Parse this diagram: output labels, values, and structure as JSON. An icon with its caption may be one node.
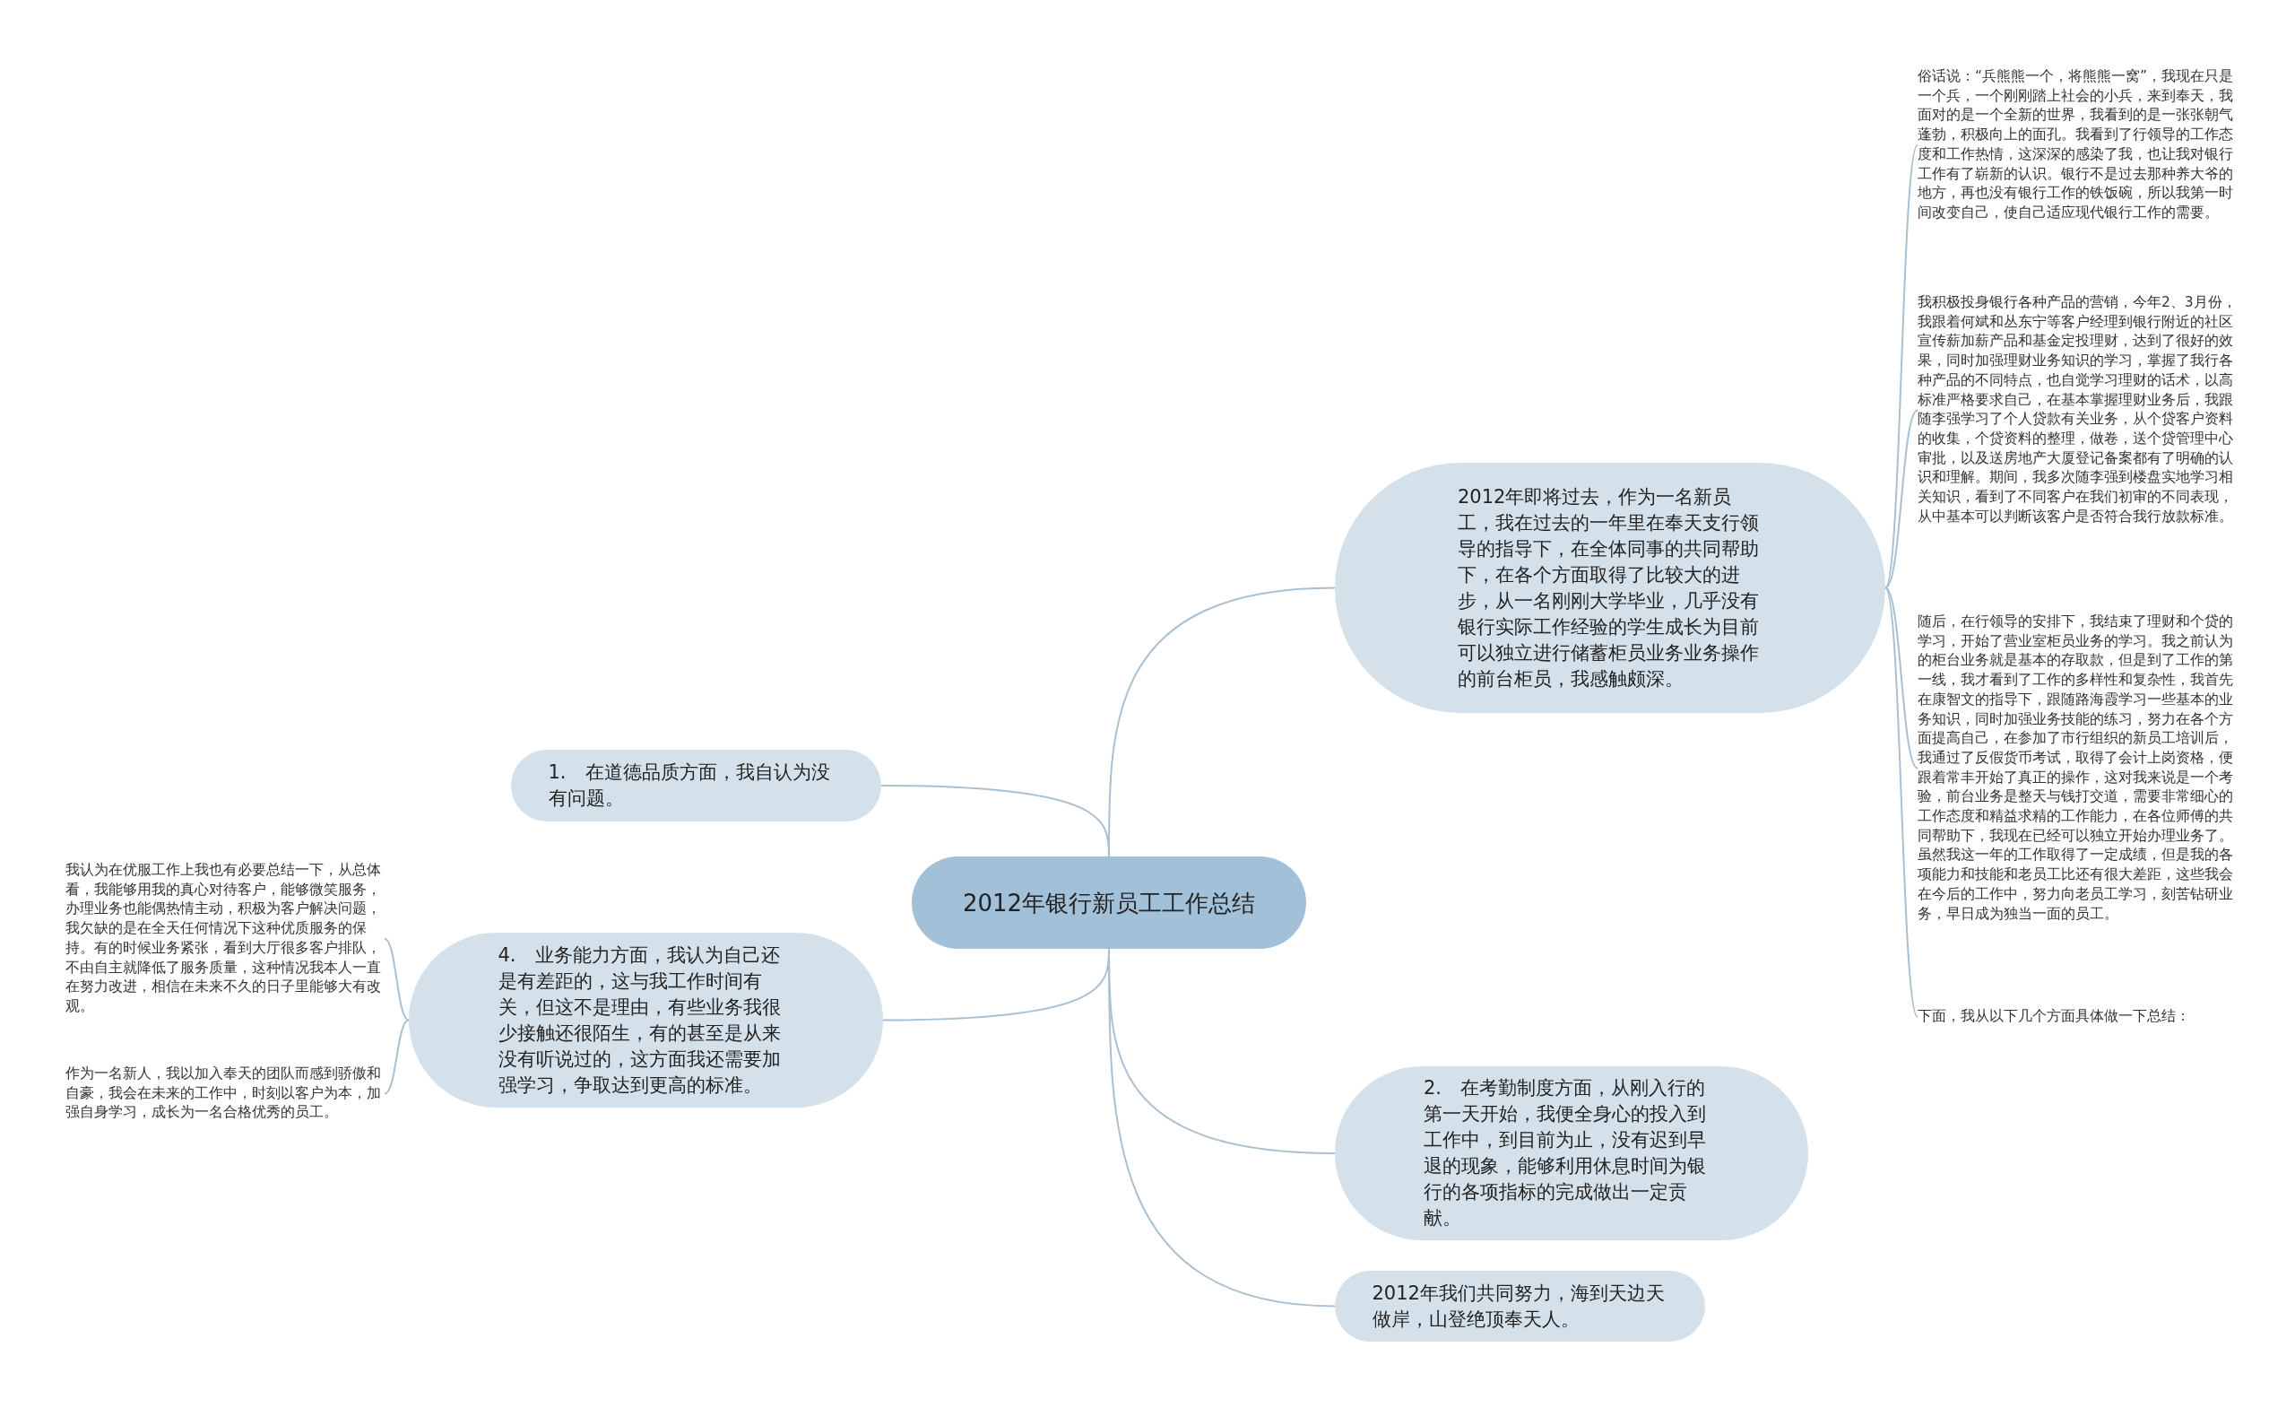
{
  "diagram": {
    "nodes": [
      {
        "text": [
          "2012年银行新员工工作总结"
        ]
      },
      {
        "text": [
          "2012年即将过去，作为一名新员工，我在过去的一年里在奉天支行领导的指导下，在全体同事的共同帮助下，在各个方面取得了比较大的进步，从一名刚刚大学毕业，几乎没有银行实际工作经验的学生成长为目前可以独立进行储蓄柜员业务业务操作的前台柜员，我感触颇深。"
        ]
      },
      {
        "text": [
          "俗话说：“兵熊熊一个，将熊熊一窝”，我现在只是一个兵，一个刚刚踏上社会的小兵，来到奉天，我面对的是一个全新的世界，我看到的是一张张朝气蓬勃，积极向上的面孔。我看到了行领导的工作态度和工作热情，这深深的感染了我，也让我对银行工作有了崭新的认识。银行不是过去那种养大爷的地方，再也没有银行工作的铁饭碗，所以我第一时间改变自己，使自己适应现代银行工作的需要。"
        ]
      },
      {
        "text": [
          "我积极投身银行各种产品的营销，今年2、3月份，我跟着何斌和丛东宁等客户经理到银行附近的社区宣传薪加薪产品和基金定投理财，达到了很好的效果，同时加强理财业务知识的学习，掌握了我行各种产品的不同特点，也自觉学习理财的话术，以高标准严格要求自己，在基本掌握理财业务后，我跟随李强学习了个人贷款有关业务，从个贷客户资料的收集，个贷资料的整理，做卷，送个贷管理中心审批，以及送房地产大厦登记备案都有了明确的认识和理解。期间，我多次随李强到楼盘实地学习相关知识，看到了不同客户在我们初审的不同表现，从中基本可以判断该客户是否符合我行放款标准。"
        ]
      },
      {
        "text": [
          "随后，在行领导的安排下，我结束了理财和个贷的学习，开始了营业室柜员业务的学习。我之前认为的柜台业务就是基本的存取款，但是到了工作的第一线，我才看到了工作的多样性和复杂性，我首先在康智文的指导下，跟随路海霞学习一些基本的业务知识，同时加强业务技能的练习，努力在各个方面提高自己，在参加了市行组织的新员工培训后，我通过了反假货币考试，取得了会计上岗资格，便跟着常丰开始了真正的操作，这对我来说是一个考验，前台业务是整天与钱打交道，需要非常细心的工作态度和精益求精的工作能力，在各位师傅的共同帮助下，我现在已经可以独立开始办理业务了。虽然我这一年的工作取得了一定成绩，但是我的各项能力和技能和老员工比还有很大差距，这些我会在今后的工作中，努力向老员工学习，刻苦钻研业务，早日成为独当一面的员工。"
        ]
      },
      {
        "text": [
          "下面，我从以下几个方面具体做一下总结："
        ]
      },
      {
        "text": [
          "1.　在道德品质方面，我自认为没有问题。"
        ]
      },
      {
        "text": [
          "4.　业务能力方面，我认为自己还是有差距的，这与我工作时间有关，但这不是理由，有些业务我很少接触还很陌生，有的甚至是从来没有听说过的，这方面我还需要加强学习，争取达到更高的标准。"
        ]
      },
      {
        "text": [
          "我认为在优服工作上我也有必要总结一下，从总体看，我能够用我的真心对待客户，能够微笑服务，办理业务也能偶热情主动，积极为客户解决问题，我欠缺的是在全天任何情况下这种优质服务的保持。有的时候业务紧张，看到大厅很多客户排队，不由自主就降低了服务质量，这种情况我本人一直在努力改进，相信在未来不久的日子里能够大有改观。"
        ]
      },
      {
        "text": [
          "作为一名新人，我以加入奉天的团队而感到骄傲和自豪，我会在未来的工作中，时刻以客户为本，加强自身学习，成长为一名合格优秀的员工。"
        ]
      },
      {
        "text": [
          "2.　在考勤制度方面，从刚入行的第一天开始，我便全身心的投入到工作中，到目前为止，没有迟到早退的现象，能够利用休息时间为银行的各项指标的完成做出一定贡献。"
        ]
      },
      {
        "text": [
          "2012年我们共同努力，海到天边天做岸，山登绝顶奉天人。"
        ]
      }
    ],
    "edges": [
      {
        "from": 0,
        "to": 1,
        "arrow": "none"
      },
      {
        "from": 1,
        "to": 2,
        "arrow": "none"
      },
      {
        "from": 1,
        "to": 3,
        "arrow": "none"
      },
      {
        "from": 1,
        "to": 4,
        "arrow": "none"
      },
      {
        "from": 1,
        "to": 5,
        "arrow": "none"
      },
      {
        "from": 0,
        "to": 6,
        "arrow": "none"
      },
      {
        "from": 0,
        "to": 7,
        "arrow": "none"
      },
      {
        "from": 7,
        "to": 8,
        "arrow": "none"
      },
      {
        "from": 7,
        "to": 9,
        "arrow": "none"
      },
      {
        "from": 0,
        "to": 10,
        "arrow": "none"
      },
      {
        "from": 0,
        "to": 11,
        "arrow": "none"
      }
    ]
  }
}
